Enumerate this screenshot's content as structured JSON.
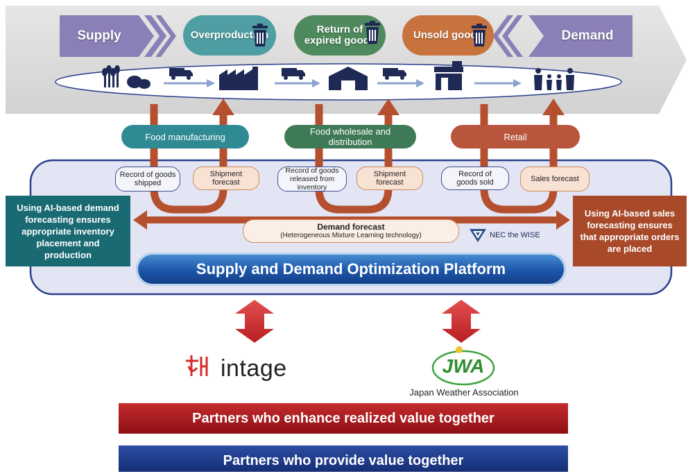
{
  "header": {
    "supply": "Supply",
    "demand": "Demand",
    "problems": [
      {
        "label": "Overproduction",
        "color": "#4f9ea3"
      },
      {
        "label": "Return of expired goods",
        "color": "#4e8a5e"
      },
      {
        "label": "Unsold goods",
        "color": "#c8733e"
      }
    ]
  },
  "sectors": [
    {
      "label": "Food manufacturing",
      "color": "#2f8a94"
    },
    {
      "label": "Food wholesale and distribution",
      "color": "#3e7a55"
    },
    {
      "label": "Retail",
      "color": "#b8553d"
    }
  ],
  "records": [
    {
      "left": "Record of goods shipped",
      "right": "Shipment forecast"
    },
    {
      "left": "Record of goods released from inventory",
      "right": "Shipment forecast"
    },
    {
      "left": "Record of goods sold",
      "right": "Sales forecast"
    }
  ],
  "demand_forecast": {
    "title": "Demand forecast",
    "subtitle": "(Heterogeneous Mixture Learning technology)"
  },
  "nec_logo": "NEC the WISE",
  "left_note": "Using AI-based demand forecasting ensures appropriate inventory placement and production",
  "right_note": "Using AI-based sales forecasting ensures that appropriate orders are placed",
  "platform": "Supply and Demand Optimization Platform",
  "partners": {
    "intage": "intage",
    "jwa_mark": "JWA",
    "jwa": "Japan Weather Association"
  },
  "bars": {
    "red": "Partners who enhance realized value together",
    "blue": "Partners who provide value together"
  },
  "colors": {
    "header_band": "#dcdcdc",
    "header_arrows": "#8b7fb7",
    "flow_arrow": "#b5502f",
    "platform_bg": "#e3e5f4",
    "platform_border": "#2a3f8c",
    "left_note_bg": "#1a6a73",
    "right_note_bg": "#a84a2a",
    "red_bar": "#a81a1f",
    "blue_bar": "#1a3a8c"
  }
}
